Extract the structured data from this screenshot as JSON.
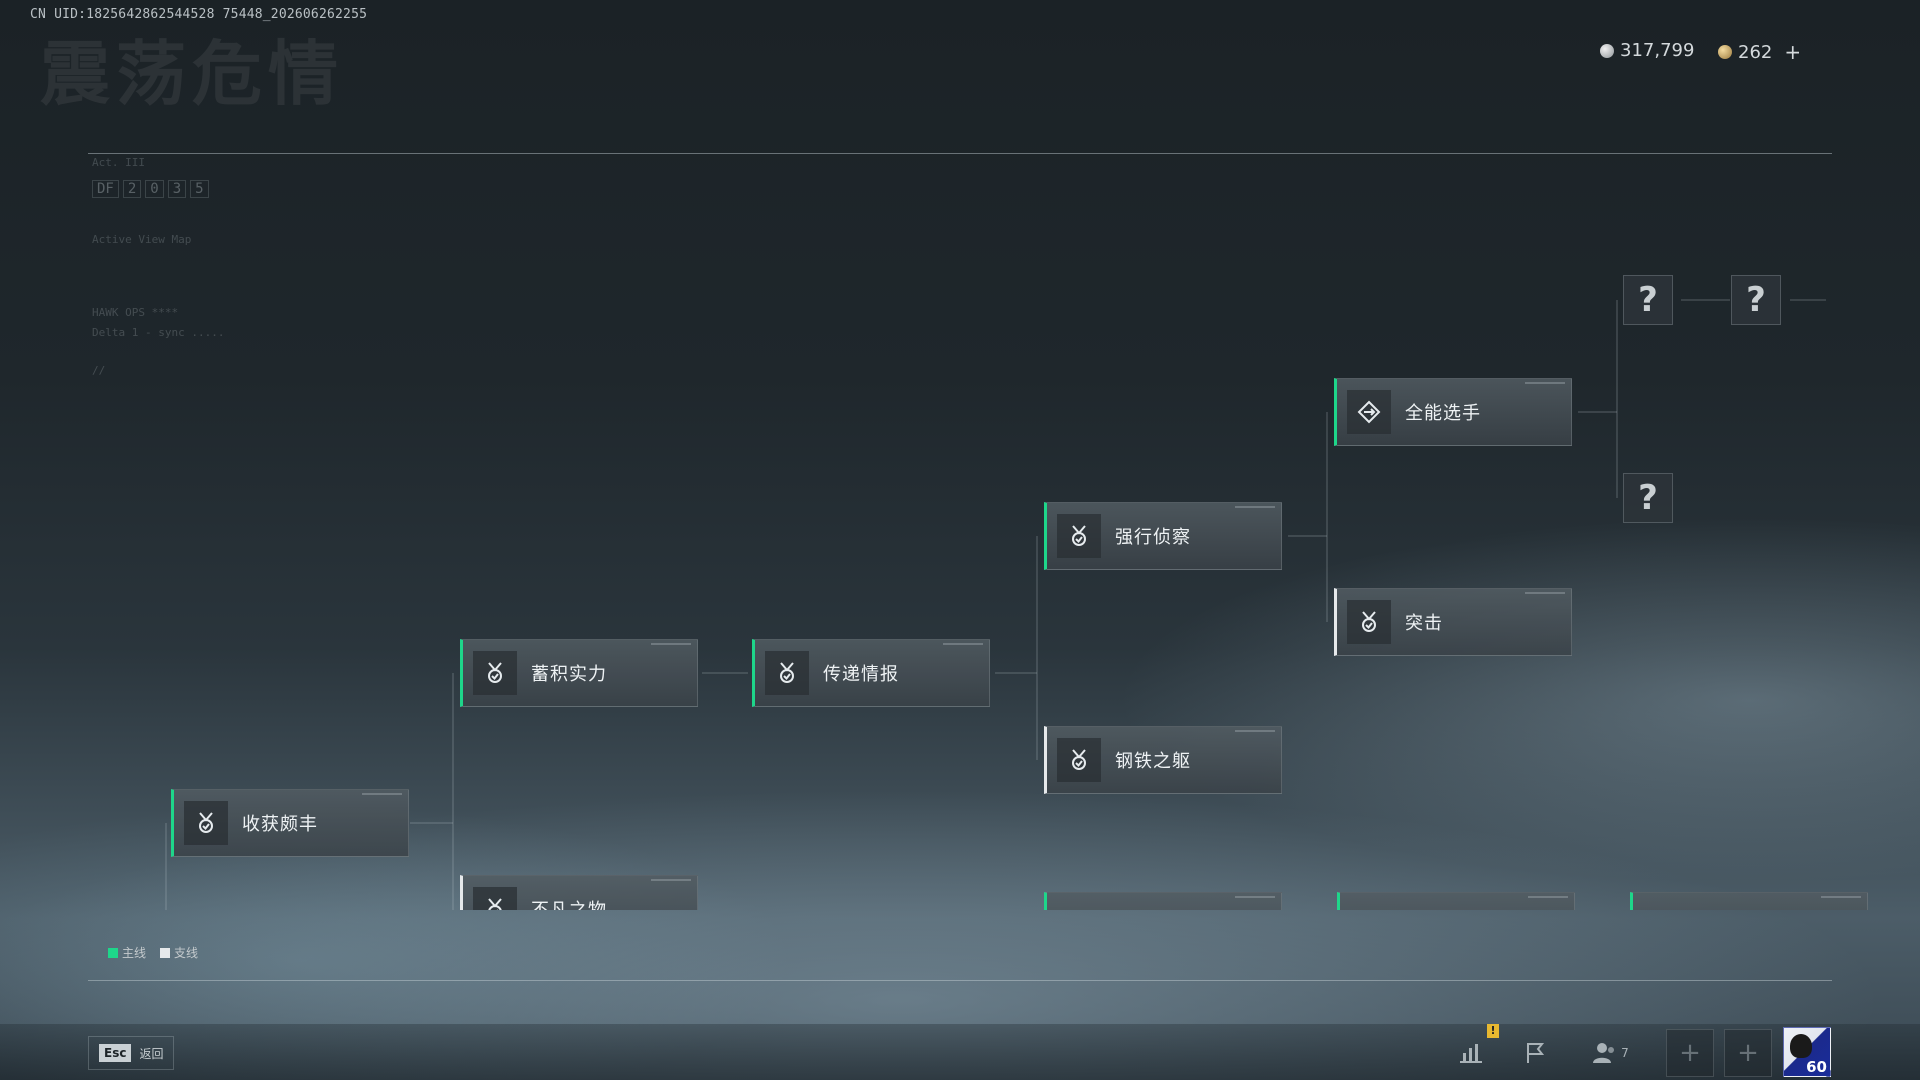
{
  "uid": "CN UID:1825642862544528 75448_202606262255",
  "event_title": "震荡危情",
  "currency": {
    "silver_value": "317,799",
    "gold_value": "262",
    "plus_label": "+"
  },
  "panel_deco": {
    "df_letters": "DF",
    "df_digits": [
      "2",
      "0",
      "3",
      "5"
    ],
    "side_lines": [
      "Act. III",
      "Active View Map",
      "HAWK OPS ****",
      "Delta 1 - sync .....",
      "//"
    ]
  },
  "nodes": [
    {
      "id": "harvest",
      "label": "收获颇丰",
      "icon": "medal-icon",
      "line": "main"
    },
    {
      "id": "accumulate",
      "label": "蓄积实力",
      "icon": "medal-icon",
      "line": "main"
    },
    {
      "id": "transfer",
      "label": "传递情报",
      "icon": "medal-icon",
      "line": "main"
    },
    {
      "id": "recon",
      "label": "强行侦察",
      "icon": "medal-icon",
      "line": "main"
    },
    {
      "id": "steel",
      "label": "钢铁之躯",
      "icon": "medal-icon",
      "line": "side"
    },
    {
      "id": "allround",
      "label": "全能选手",
      "icon": "diamond-arrow-icon",
      "line": "main"
    },
    {
      "id": "assault",
      "label": "突击",
      "icon": "medal-icon",
      "line": "side"
    },
    {
      "id": "extraordinary",
      "label": "不凡之物",
      "icon": "medal-icon",
      "line": "side"
    }
  ],
  "unknown_label": "?",
  "legend": {
    "main_label": "主线",
    "side_label": "支线",
    "main_color": "#1ed68a",
    "side_color": "#e6e9eb"
  },
  "bottom": {
    "esc_key": "Esc",
    "esc_label": "返回",
    "squad_count": "7",
    "warn_mark": "!",
    "slot_plus": "+",
    "level": "60"
  }
}
